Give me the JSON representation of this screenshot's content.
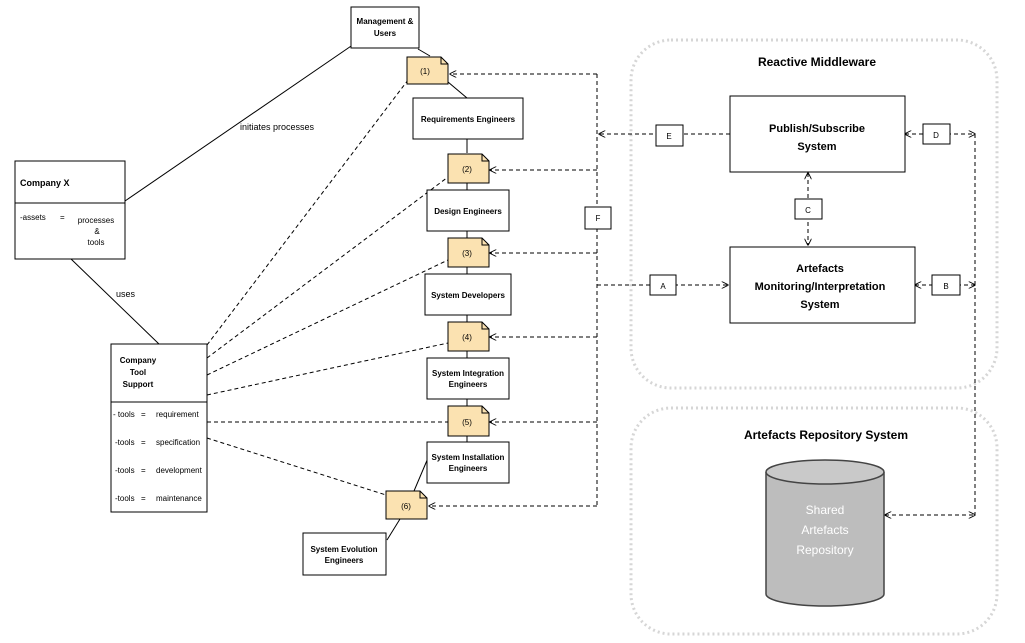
{
  "company_x": {
    "title": "Company X",
    "assets_key": "-assets",
    "eq": "=",
    "assets_lines": [
      "processes",
      "&",
      "tools"
    ]
  },
  "tool_support": {
    "title_lines": [
      "Company",
      "Tool",
      "Support"
    ],
    "rows": [
      {
        "key": "- tools",
        "eq": "=",
        "value": "requirement"
      },
      {
        "key": "-tools",
        "eq": "=",
        "value": "specification"
      },
      {
        "key": "-tools",
        "eq": "=",
        "value": "development"
      },
      {
        "key": "-tools",
        "eq": "=",
        "value": "maintenance"
      }
    ]
  },
  "edge_labels": {
    "initiates": "initiates processes",
    "uses": "uses"
  },
  "roles": {
    "management": [
      "Management &",
      "Users"
    ],
    "requirements": [
      "Requirements Engineers"
    ],
    "design": [
      "Design Engineers"
    ],
    "developers": [
      "System Developers"
    ],
    "integration": [
      "System Integration",
      "Engineers"
    ],
    "installation": [
      "System Installation",
      "Engineers"
    ],
    "evolution": [
      "System Evolution",
      "Engineers"
    ]
  },
  "notes": [
    "(1)",
    "(2)",
    "(3)",
    "(4)",
    "(5)",
    "(6)"
  ],
  "connectors": [
    "A",
    "B",
    "C",
    "D",
    "E",
    "F"
  ],
  "middleware": {
    "title": "Reactive Middleware",
    "pubsub_lines": [
      "Publish/Subscribe",
      "System"
    ],
    "monitor_lines": [
      "Artefacts",
      "Monitoring/Interpretation",
      "System"
    ]
  },
  "repository": {
    "title": "Artefacts Repository System",
    "cylinder_lines": [
      "Shared",
      "Artefacts",
      "Repository"
    ]
  },
  "colors": {
    "note_fill": "#fbe2b1",
    "cylinder_fill": "#bdbdbd",
    "group_border": "#d6d6d6"
  }
}
